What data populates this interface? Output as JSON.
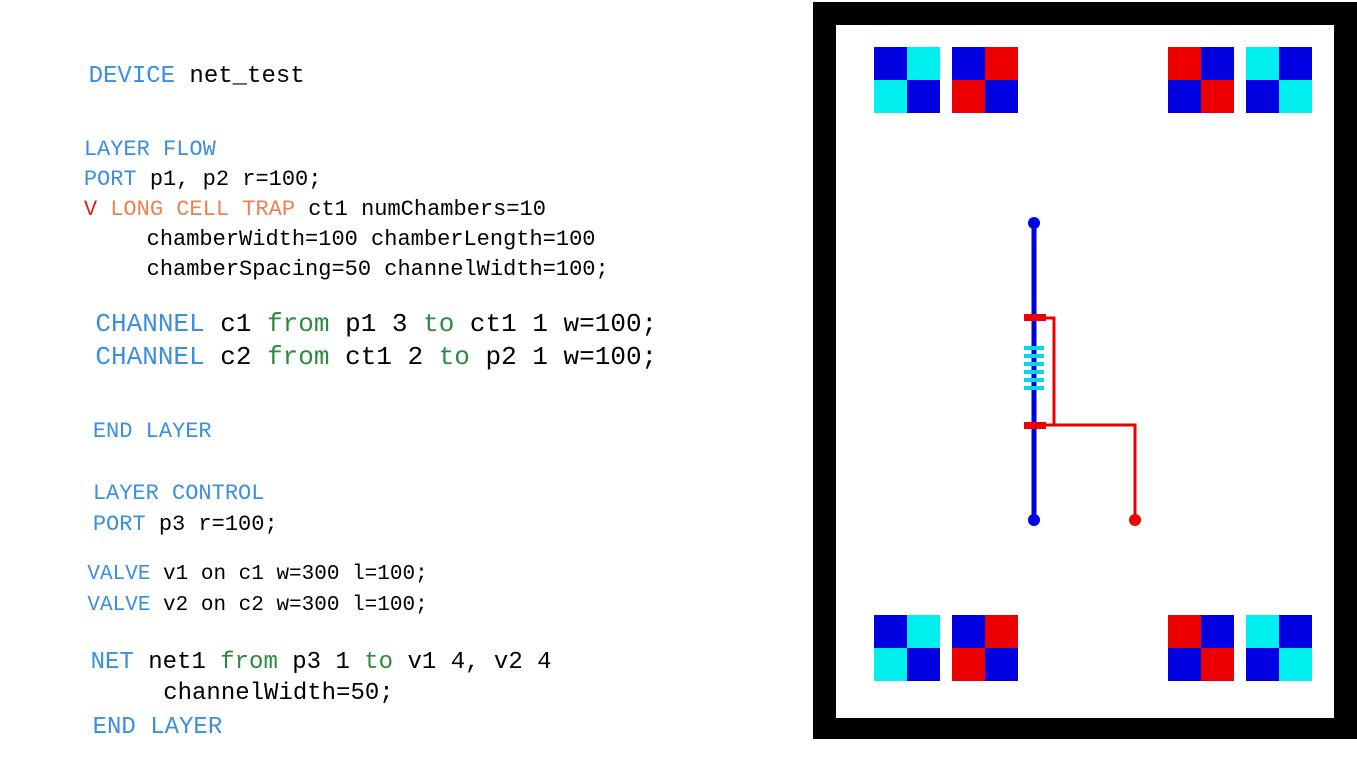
{
  "code": {
    "line1": {
      "kw": "DEVICE",
      "rest": " net_test"
    },
    "line2": {
      "kw": "LAYER FLOW"
    },
    "line3": {
      "kw": "PORT",
      "rest": " p1, p2 r=100;"
    },
    "line4": {
      "v": "V",
      "kw": " LONG CELL TRAP",
      "rest": " ct1 numChambers=10"
    },
    "line5": {
      "rest": "    chamberWidth=100 chamberLength=100"
    },
    "line6": {
      "rest": "    chamberSpacing=50 channelWidth=100;"
    },
    "line7": {
      "kw": "CHANNEL",
      "a": " c1 ",
      "from": "from",
      "b": " p1 3 ",
      "to": "to",
      "c": " ct1 1 w=100;"
    },
    "line8": {
      "kw": "CHANNEL",
      "a": " c2 ",
      "from": "from",
      "b": " ct1 2 ",
      "to": "to",
      "c": " p2 1 w=100;"
    },
    "line9": {
      "kw": "END LAYER"
    },
    "line10": {
      "kw": "LAYER CONTROL"
    },
    "line11": {
      "kw": "PORT",
      "rest": " p3 r=100;"
    },
    "line12": {
      "kw": "VALVE",
      "rest": " v1 on c1 w=300 l=100;"
    },
    "line13": {
      "kw": "VALVE",
      "rest": " v2 on c2 w=300 l=100;"
    },
    "line14": {
      "kw": "NET",
      "a": " net1 ",
      "from": "from",
      "b": " p3 1 ",
      "to": "to",
      "c": " v1 4, v2 4"
    },
    "line15": {
      "rest": "    channelWidth=50;"
    },
    "line16": {
      "kw": "END LAYER"
    }
  },
  "colors": {
    "keyword": "#3a8fe0",
    "from_to": "#2e8b3e",
    "valve_v": "#e02020",
    "component": "#f08050",
    "flow": "#0000e0",
    "control": "#ee0000",
    "chamber": "#00d8f0",
    "frame": "#000000"
  }
}
